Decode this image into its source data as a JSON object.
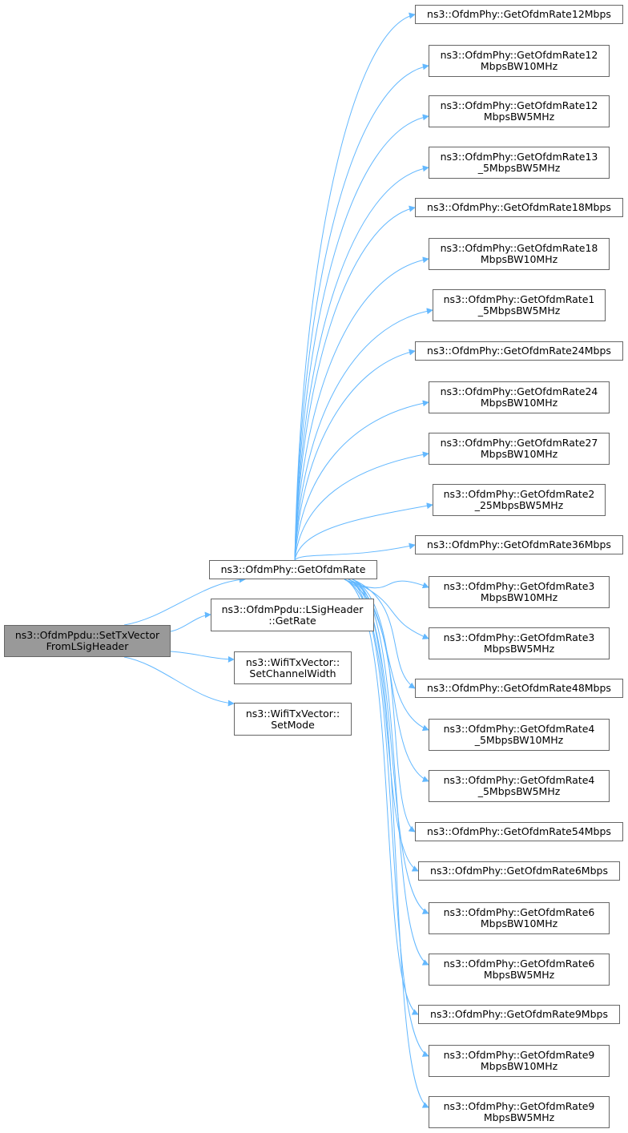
{
  "diagram": {
    "root": {
      "lines": [
        "ns3::OfdmPpdu::SetTxVector",
        "FromLSigHeader"
      ]
    },
    "callees": [
      {
        "id": "getofdmrate",
        "lines": [
          "ns3::OfdmPhy::GetOfdmRate"
        ]
      },
      {
        "id": "lsigheader-getrate",
        "lines": [
          "ns3::OfdmPpdu::LSigHeader",
          "::GetRate"
        ]
      },
      {
        "id": "setchannelwidth",
        "lines": [
          "ns3::WifiTxVector::",
          "SetChannelWidth"
        ]
      },
      {
        "id": "setmode",
        "lines": [
          "ns3::WifiTxVector::",
          "SetMode"
        ]
      }
    ],
    "rates": [
      {
        "id": "r12",
        "lines": [
          "ns3::OfdmPhy::GetOfdmRate12Mbps"
        ]
      },
      {
        "id": "r12-10",
        "lines": [
          "ns3::OfdmPhy::GetOfdmRate12",
          "MbpsBW10MHz"
        ]
      },
      {
        "id": "r12-5",
        "lines": [
          "ns3::OfdmPhy::GetOfdmRate12",
          "MbpsBW5MHz"
        ]
      },
      {
        "id": "r13-5",
        "lines": [
          "ns3::OfdmPhy::GetOfdmRate13",
          "_5MbpsBW5MHz"
        ]
      },
      {
        "id": "r18",
        "lines": [
          "ns3::OfdmPhy::GetOfdmRate18Mbps"
        ]
      },
      {
        "id": "r18-10",
        "lines": [
          "ns3::OfdmPhy::GetOfdmRate18",
          "MbpsBW10MHz"
        ]
      },
      {
        "id": "r1-5",
        "lines": [
          "ns3::OfdmPhy::GetOfdmRate1",
          "_5MbpsBW5MHz"
        ]
      },
      {
        "id": "r24",
        "lines": [
          "ns3::OfdmPhy::GetOfdmRate24Mbps"
        ]
      },
      {
        "id": "r24-10",
        "lines": [
          "ns3::OfdmPhy::GetOfdmRate24",
          "MbpsBW10MHz"
        ]
      },
      {
        "id": "r27-10",
        "lines": [
          "ns3::OfdmPhy::GetOfdmRate27",
          "MbpsBW10MHz"
        ]
      },
      {
        "id": "r2-25",
        "lines": [
          "ns3::OfdmPhy::GetOfdmRate2",
          "_25MbpsBW5MHz"
        ]
      },
      {
        "id": "r36",
        "lines": [
          "ns3::OfdmPhy::GetOfdmRate36Mbps"
        ]
      },
      {
        "id": "r3-10",
        "lines": [
          "ns3::OfdmPhy::GetOfdmRate3",
          "MbpsBW10MHz"
        ]
      },
      {
        "id": "r3-5",
        "lines": [
          "ns3::OfdmPhy::GetOfdmRate3",
          "MbpsBW5MHz"
        ]
      },
      {
        "id": "r48",
        "lines": [
          "ns3::OfdmPhy::GetOfdmRate48Mbps"
        ]
      },
      {
        "id": "r4-5-10",
        "lines": [
          "ns3::OfdmPhy::GetOfdmRate4",
          "_5MbpsBW10MHz"
        ]
      },
      {
        "id": "r4-5-5",
        "lines": [
          "ns3::OfdmPhy::GetOfdmRate4",
          "_5MbpsBW5MHz"
        ]
      },
      {
        "id": "r54",
        "lines": [
          "ns3::OfdmPhy::GetOfdmRate54Mbps"
        ]
      },
      {
        "id": "r6",
        "lines": [
          "ns3::OfdmPhy::GetOfdmRate6Mbps"
        ]
      },
      {
        "id": "r6-10",
        "lines": [
          "ns3::OfdmPhy::GetOfdmRate6",
          "MbpsBW10MHz"
        ]
      },
      {
        "id": "r6-5",
        "lines": [
          "ns3::OfdmPhy::GetOfdmRate6",
          "MbpsBW5MHz"
        ]
      },
      {
        "id": "r9",
        "lines": [
          "ns3::OfdmPhy::GetOfdmRate9Mbps"
        ]
      },
      {
        "id": "r9-10",
        "lines": [
          "ns3::OfdmPhy::GetOfdmRate9",
          "MbpsBW10MHz"
        ]
      },
      {
        "id": "r9-5",
        "lines": [
          "ns3::OfdmPhy::GetOfdmRate9",
          "MbpsBW5MHz"
        ]
      }
    ],
    "colors": {
      "edge": "#63b8ff",
      "border": "#666666",
      "root_fill": "#999999",
      "node_fill": "#ffffff"
    }
  }
}
